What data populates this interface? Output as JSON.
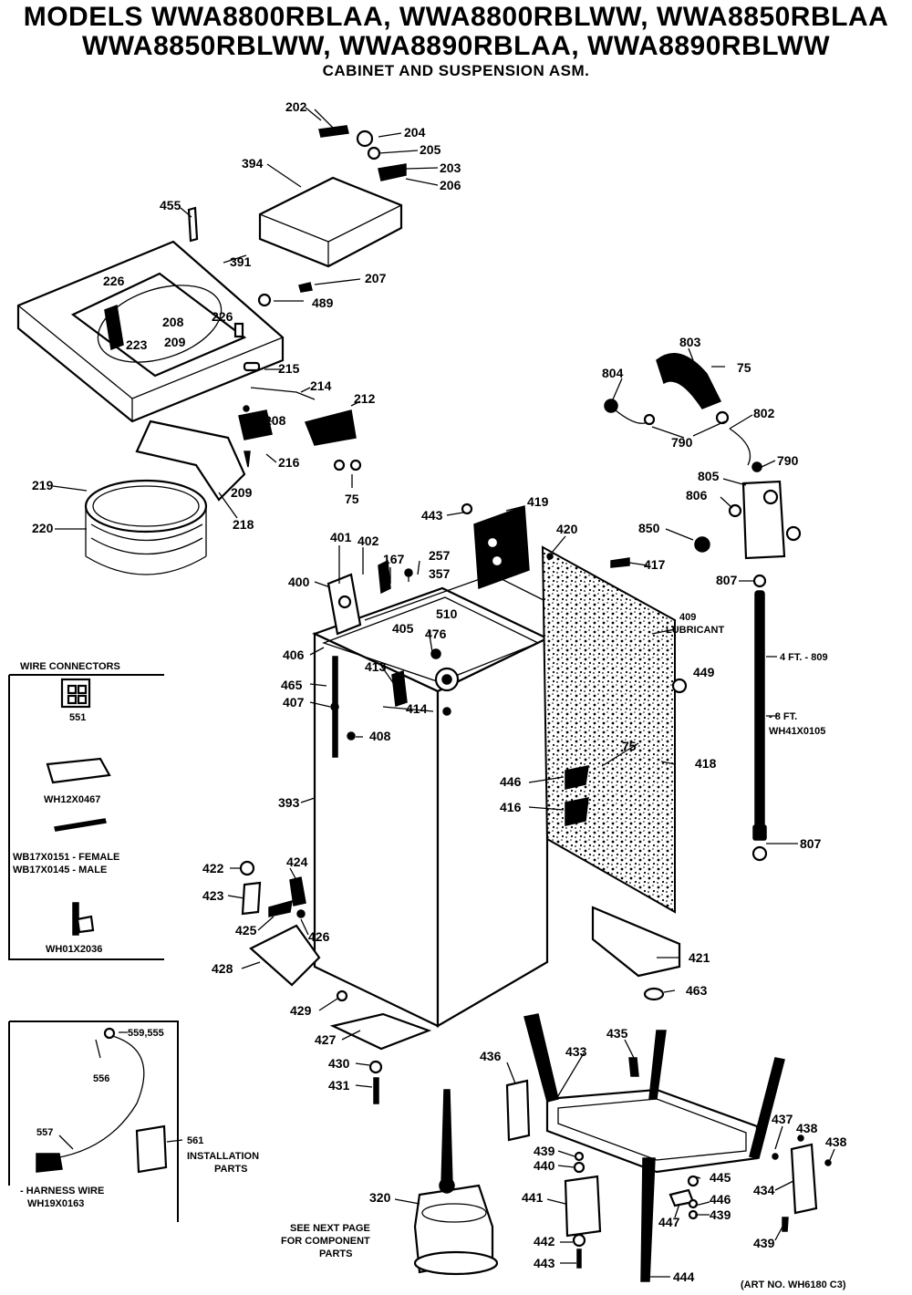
{
  "header": {
    "line1": "MODELS WWA8800RBLAA, WWA8800RBLWW, WWA8850RBLAA",
    "line2": "WWA8850RBLWW, WWA8890RBLAA, WWA8890RBLWW",
    "line3": "CABINET AND SUSPENSION ASM."
  },
  "wire_connectors": {
    "title": "WIRE CONNECTORS",
    "items": [
      "551",
      "WH12X0467",
      "WB17X0151 - FEMALE",
      "WB17X0145 - MALE",
      "WH01X2036"
    ]
  },
  "harness_box": {
    "labels": [
      "559,555",
      "556",
      "557",
      "561",
      "INSTALLATION",
      "PARTS",
      "- HARNESS WIRE",
      "WH19X0163"
    ]
  },
  "labels": {
    "p202": "202",
    "p204": "204",
    "p205": "205",
    "p203": "203",
    "p206": "206",
    "p394": "394",
    "p455": "455",
    "p391": "391",
    "p226a": "226",
    "p226b": "226",
    "p208a": "208",
    "p223": "223",
    "p209a": "209",
    "p207": "207",
    "p489": "489",
    "p215": "215",
    "p214": "214",
    "p212": "212",
    "p208b": "208",
    "p216": "216",
    "p209b": "209",
    "p75a": "75",
    "p219": "219",
    "p220": "220",
    "p218": "218",
    "p803": "803",
    "p804": "804",
    "p75b": "75",
    "p802": "802",
    "p790a": "790",
    "p790b": "790",
    "p805": "805",
    "p806": "806",
    "p850": "850",
    "p807a": "807",
    "p807b": "807",
    "p809a": "4 FT. - 809",
    "p809b": "- 8 FT.",
    "p809c": "WH41X0105",
    "p443a": "443",
    "p419": "419",
    "p420": "420",
    "p417": "417",
    "p401": "401",
    "p402": "402",
    "p167": "167",
    "p257": "257",
    "p357": "357",
    "p400": "400",
    "p510": "510",
    "p409a": "409",
    "p409b": "LUBRICANT",
    "p405": "405",
    "p476": "476",
    "p406": "406",
    "p465": "465",
    "p413": "413",
    "p449": "449",
    "p407": "407",
    "p414": "414",
    "p408": "408",
    "p75c": "75",
    "p418": "418",
    "p446": "446",
    "p416": "416",
    "p393": "393",
    "p422": "422",
    "p424": "424",
    "p423": "423",
    "p425": "425",
    "p426": "426",
    "p428": "428",
    "p421": "421",
    "p463": "463",
    "p429": "429",
    "p427": "427",
    "p430": "430",
    "p431": "431",
    "p435": "435",
    "p436": "436",
    "p433": "433",
    "p437": "437",
    "p438a": "438",
    "p438b": "438",
    "p439a": "439",
    "p440": "440",
    "p445": "445",
    "p446b": "446",
    "p439b": "439",
    "p441": "441",
    "p447": "447",
    "p434": "434",
    "p439c": "439",
    "p442": "442",
    "p443b": "443",
    "p444": "444",
    "p320": "320",
    "seenext1": "SEE NEXT PAGE",
    "seenext2": "FOR COMPONENT",
    "seenext3": "PARTS",
    "artno": "(ART NO. WH6180 C3)"
  }
}
